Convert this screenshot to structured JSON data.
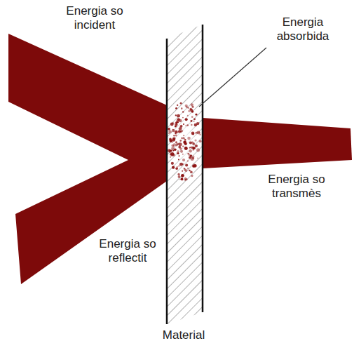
{
  "diagram": {
    "labels": [
      "Energia so incident",
      "Energia absorbida",
      "Energia so transmès",
      "Energia so reflectit",
      "Material"
    ]
  }
}
